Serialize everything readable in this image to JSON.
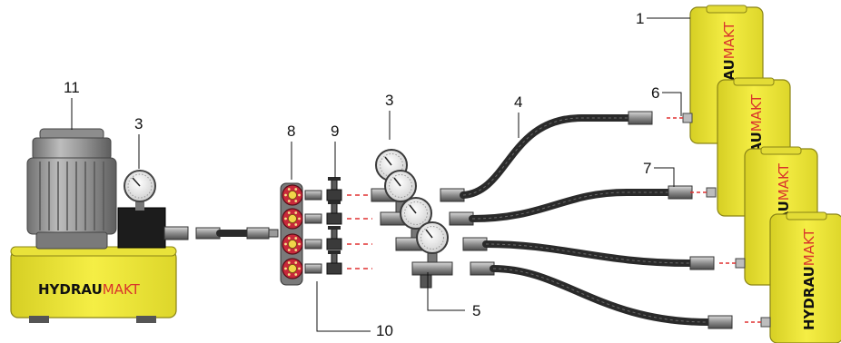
{
  "brand": {
    "part1": "HYDRAU",
    "part2": "MAKT"
  },
  "colors": {
    "yellow": "#f2ea3a",
    "yellow_dark": "#c9c21f",
    "brand_red": "#d8342c",
    "text_dark": "#111111",
    "motor_grey": "#9a9a9a",
    "black_block": "#1c1c1c",
    "hose": "#2a2a2a",
    "valve_red": "#c8283a",
    "leader_red": "#e03030"
  },
  "callouts": [
    {
      "id": "1",
      "label": "1"
    },
    {
      "id": "3a",
      "label": "3"
    },
    {
      "id": "3b",
      "label": "3"
    },
    {
      "id": "4",
      "label": "4"
    },
    {
      "id": "5",
      "label": "5"
    },
    {
      "id": "6",
      "label": "6"
    },
    {
      "id": "7",
      "label": "7"
    },
    {
      "id": "8",
      "label": "8"
    },
    {
      "id": "9",
      "label": "9"
    },
    {
      "id": "10",
      "label": "10"
    },
    {
      "id": "11",
      "label": "11"
    }
  ]
}
